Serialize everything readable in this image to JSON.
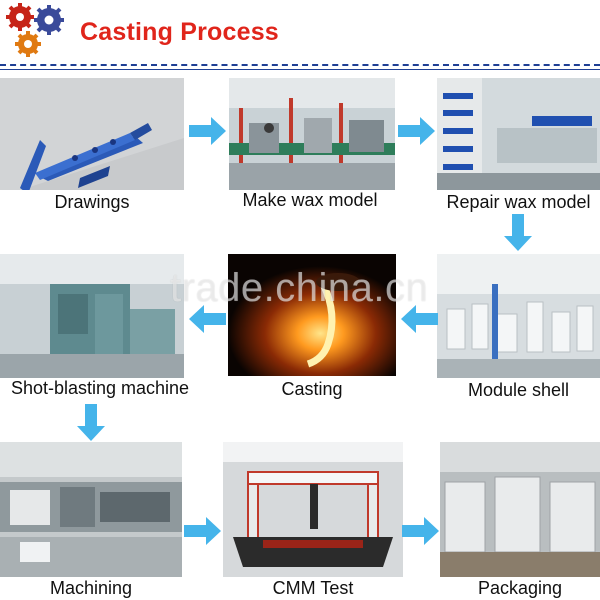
{
  "header": {
    "title": "Casting Process"
  },
  "watermark": "trade.china.cn",
  "steps": [
    {
      "label": "Drawings"
    },
    {
      "label": "Make wax model"
    },
    {
      "label": "Repair wax model"
    },
    {
      "label": "Module shell"
    },
    {
      "label": "Casting"
    },
    {
      "label": "Shot-blasting machine"
    },
    {
      "label": "Machining"
    },
    {
      "label": "CMM Test"
    },
    {
      "label": "Packaging"
    }
  ],
  "colors": {
    "title": "#e0251b",
    "rule": "#1f3f94",
    "arrow": "#45b4ea"
  }
}
